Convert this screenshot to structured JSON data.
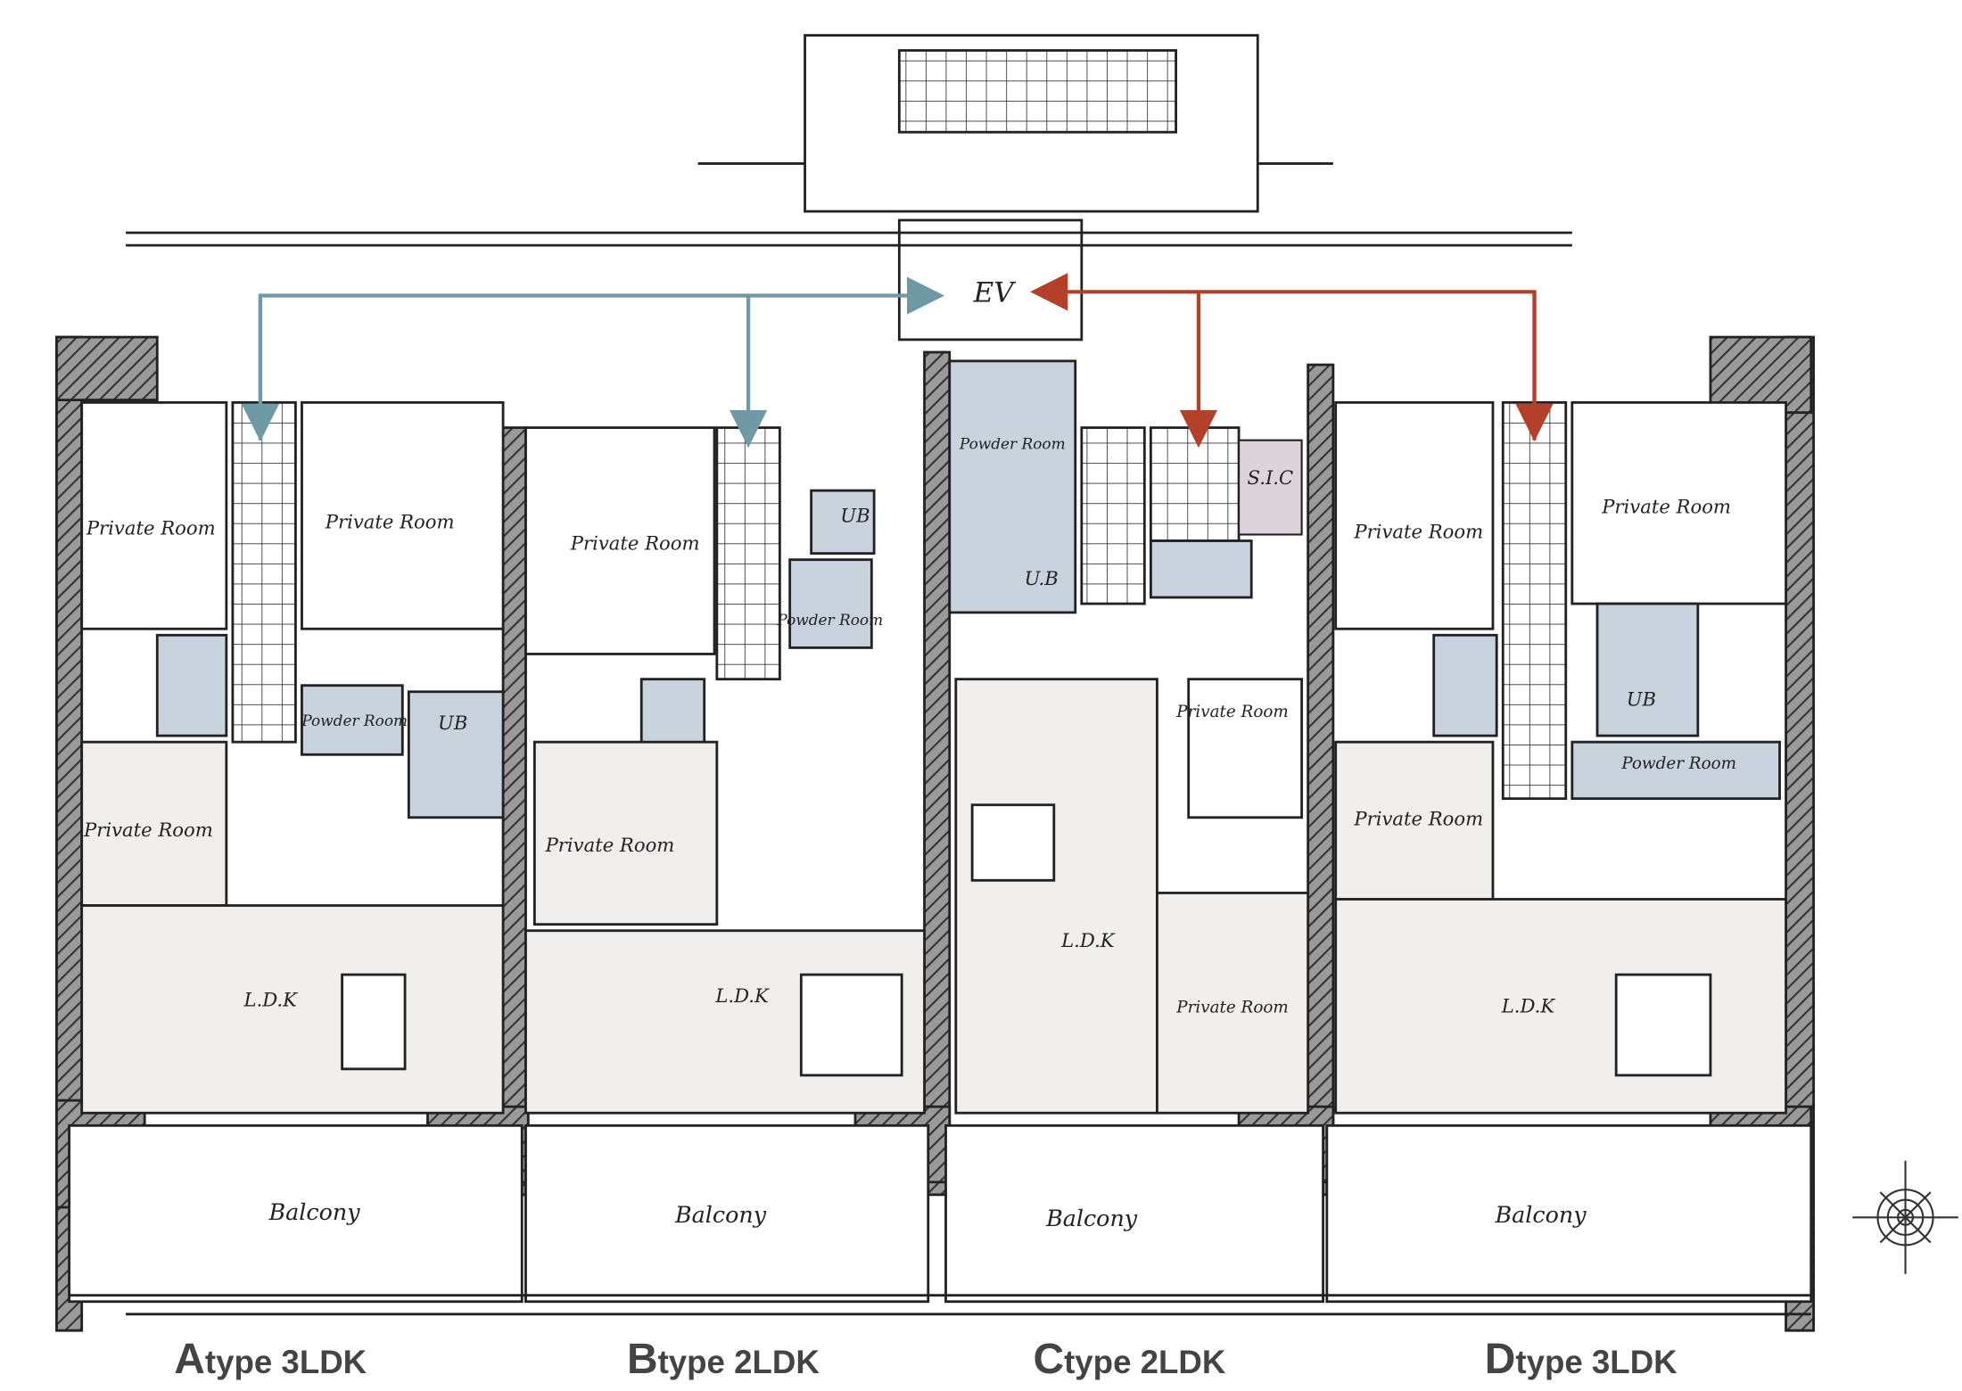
{
  "core": {
    "elevator_label": "EV"
  },
  "units": [
    {
      "letter": "A",
      "type": "type 3LDK",
      "rooms": {
        "private_1": "Private Room",
        "private_2": "Private Room",
        "powder": "Powder Room",
        "ub": "UB",
        "private_3": "Private Room",
        "ldk": "L.D.K",
        "balcony": "Balcony"
      }
    },
    {
      "letter": "B",
      "type": "type 2LDK",
      "rooms": {
        "private_1": "Private Room",
        "ub": "UB",
        "powder": "Powder Room",
        "private_2": "Private Room",
        "ldk": "L.D.K",
        "balcony": "Balcony"
      }
    },
    {
      "letter": "C",
      "type": "type 2LDK",
      "rooms": {
        "powder": "Powder Room",
        "ub": "U.B",
        "sic": "S.I.C",
        "private_1": "Private Room",
        "ldk": "L.D.K",
        "private_2": "Private Room",
        "balcony": "Balcony"
      }
    },
    {
      "letter": "D",
      "type": "type 3LDK",
      "rooms": {
        "private_1": "Private Room",
        "private_2": "Private Room",
        "ub": "UB",
        "powder": "Powder Room",
        "private_3": "Private Room",
        "ldk": "L.D.K",
        "balcony": "Balcony"
      }
    }
  ],
  "colors": {
    "route_left": "#6e9aa6",
    "route_right": "#b5402a",
    "wet_area": "#c9d3de"
  }
}
